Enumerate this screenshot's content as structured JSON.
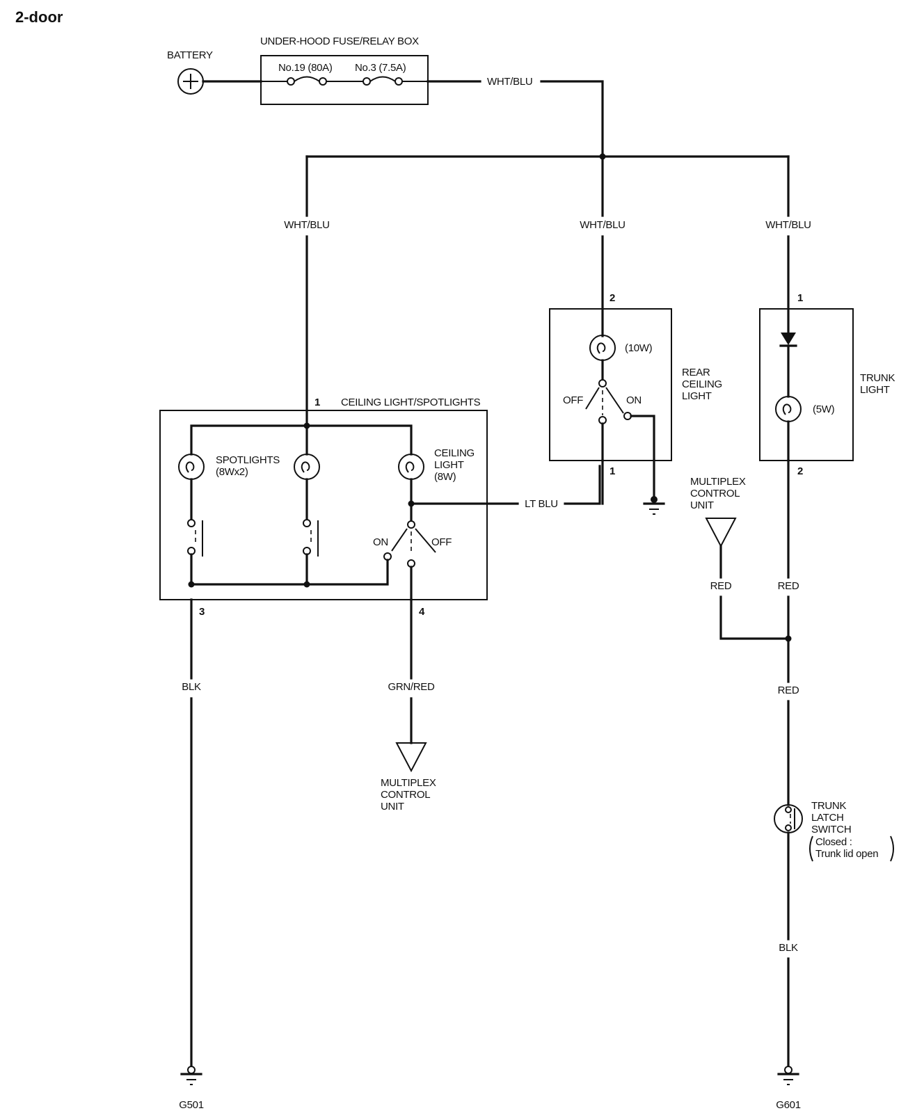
{
  "title": "2-door",
  "battery": {
    "label": "BATTERY"
  },
  "fuse_box": {
    "label": "UNDER-HOOD FUSE/RELAY BOX",
    "fuse1": "No.19 (80A)",
    "fuse2": "No.3 (7.5A)"
  },
  "wires": {
    "main": "WHT/BLU",
    "left_branch": "WHT/BLU",
    "mid_branch": "WHT/BLU",
    "right_branch": "WHT/BLU",
    "lt_blu": "LT BLU",
    "blk_left": "BLK",
    "grn_red": "GRN/RED",
    "red_mcu": "RED",
    "red_trunk": "RED",
    "red_lower": "RED",
    "blk_right": "BLK"
  },
  "ceiling_unit": {
    "label": "CEILING LIGHT/SPOTLIGHTS",
    "spotlights": "SPOTLIGHTS",
    "spotlights_rating": "(8Wx2)",
    "ceiling_light_1": "CEILING",
    "ceiling_light_2": "LIGHT",
    "ceiling_light_rating": "(8W)",
    "switch_on": "ON",
    "switch_off": "OFF",
    "pin_top": "1",
    "pin_bottom_left": "3",
    "pin_bottom_right": "4"
  },
  "rear_ceiling": {
    "line1": "REAR",
    "line2": "CEILING",
    "line3": "LIGHT",
    "rating": "(10W)",
    "switch_off": "OFF",
    "switch_on": "ON",
    "pin_top": "2",
    "pin_bottom": "1"
  },
  "trunk_light": {
    "line1": "TRUNK",
    "line2": "LIGHT",
    "rating": "(5W)",
    "pin_top": "1",
    "pin_bottom": "2"
  },
  "mcu_right": {
    "line1": "MULTIPLEX",
    "line2": "CONTROL",
    "line3": "UNIT"
  },
  "mcu_bottom": {
    "line1": "MULTIPLEX",
    "line2": "CONTROL",
    "line3": "UNIT"
  },
  "trunk_latch": {
    "line1": "TRUNK",
    "line2": "LATCH",
    "line3": "SWITCH",
    "note1": "Closed :",
    "note2": "Trunk lid open"
  },
  "grounds": {
    "left": "G501",
    "right": "G601"
  }
}
